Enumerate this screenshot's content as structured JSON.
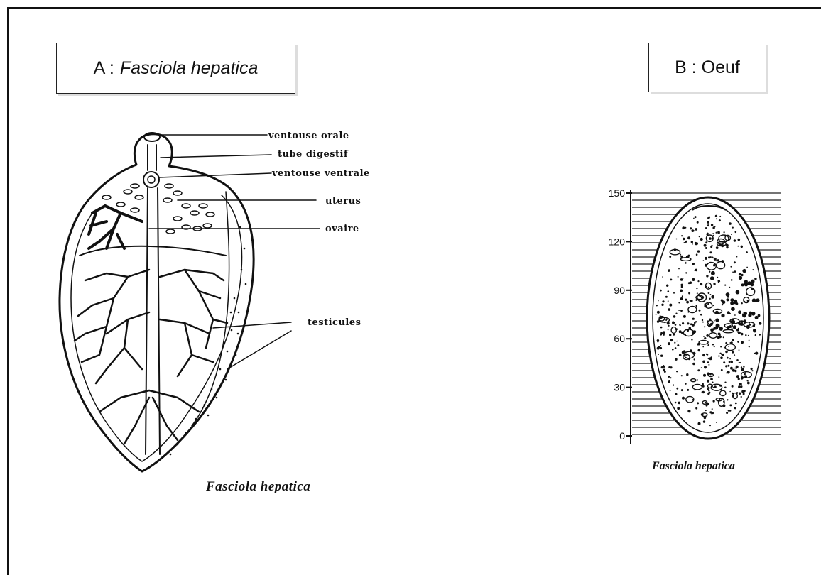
{
  "panel_a": {
    "title_prefix": "A :",
    "title_species": "Fasciola hepatica",
    "labels": {
      "ventouse_orale": "ventouse orale",
      "tube_digestif": "tube digestif",
      "ventouse_ventrale": "ventouse ventrale",
      "uterus": "uterus",
      "ovaire": "ovaire",
      "testicules": "testicules"
    },
    "caption": "Fasciola hepatica"
  },
  "panel_b": {
    "title": "B : Oeuf",
    "scale_ticks": [
      "150",
      "120",
      "90",
      "60",
      "30",
      "0"
    ],
    "caption": "Fasciola hepatica"
  }
}
